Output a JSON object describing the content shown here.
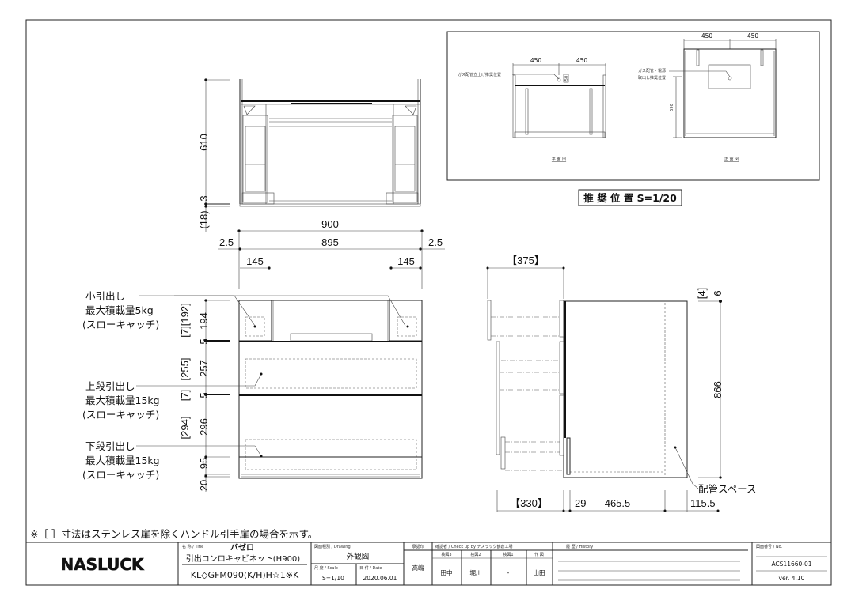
{
  "note": "※［ ］寸法はステンレス扉を除くハンドル引手扉の場合を示す。",
  "plan_view": {
    "dims": {
      "h610": "610",
      "h3": "3",
      "h18": "(18)",
      "w900": "900",
      "w895": "895",
      "edge_left": "2.5",
      "edge_right": "2.5",
      "side_left": "145",
      "side_right": "145"
    }
  },
  "front_view": {
    "labels": [
      {
        "name": "小引出し",
        "load": "最大積載量5kg",
        "catch": "(スローキャッチ)"
      },
      {
        "name": "上段引出し",
        "load": "最大積載量15kg",
        "catch": "(スローキャッチ)"
      },
      {
        "name": "下段引出し",
        "load": "最大積載量15kg",
        "catch": "(スローキャッチ)"
      }
    ],
    "dims": {
      "d194": "194",
      "b192": "[7][192]",
      "d5a": "5",
      "d257": "257",
      "b255": "[255]",
      "d5b": "5",
      "b7": "[7]",
      "d296": "296",
      "b294": "[294]",
      "d95": "95",
      "d20": "20"
    }
  },
  "side_view": {
    "dims": {
      "b375": "【375】",
      "b4": "[4]",
      "d6": "6",
      "d866": "866",
      "b330": "【330】",
      "d29": "29",
      "d465": "465.5",
      "d115": "115.5"
    },
    "pipe_space": "配管スペース"
  },
  "inset": {
    "caption": "推 奨 位 置 S=1/20",
    "plan": {
      "dim_left": "450",
      "dim_right": "450",
      "label": "ガス配管立上げ推奨位置",
      "dim50": "50",
      "title": "平 面 図"
    },
    "front": {
      "dim_left": "450",
      "dim_right": "450",
      "label1": "ガス配管・電源",
      "label2": "取出し推奨位置",
      "dim590": "590",
      "title": "正 面 図"
    }
  },
  "title_block": {
    "logo": "NASLUCK",
    "title_label": "名 称 / Title",
    "series": "バゼロ",
    "product": "引出コンロキャビネット(H900)",
    "model": "KL◇GFM090(K/H)H☆1※K",
    "drawing_label": "図面種別 / Drawing",
    "drawing": "外観図",
    "scale_label": "尺 度 / Scale",
    "scale": "S=1/10",
    "date_label": "日 付 / Date",
    "date": "2020.06.01",
    "approval_label": "承認印",
    "approver": "高嶋",
    "check_label": "確認者 / Check up by ナスラック鶴倉工場",
    "checkers": [
      {
        "role": "検図3",
        "name": "田中"
      },
      {
        "role": "検図2",
        "name": "堀川"
      },
      {
        "role": "検図1",
        "name": "-"
      },
      {
        "role": "作 図",
        "name": "山田"
      }
    ],
    "history_label": "履 歴 / History",
    "number_label": "図面番号 / No.",
    "number": "ACS11660-01",
    "version": "ver. 4.10"
  }
}
